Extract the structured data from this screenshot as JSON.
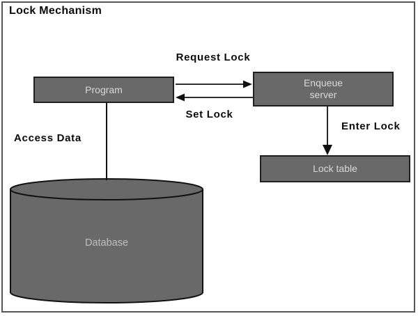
{
  "diagram": {
    "title": "Lock Mechanism",
    "nodes": {
      "program": "Program",
      "enqueue_server": "Enqueue\nserver",
      "lock_table": "Lock table",
      "database": "Database"
    },
    "edge_labels": {
      "request_lock": "Request Lock",
      "set_lock": "Set Lock",
      "enter_lock": "Enter Lock",
      "access_data": "Access Data"
    },
    "colors": {
      "node_fill": "#696969",
      "node_border": "#1f1f1f",
      "node_text": "#d9d9d9",
      "database_text": "#bfbfbf",
      "connector": "#111111",
      "label_text": "#0a0a0a",
      "frame_border": "#565656",
      "background": "#ffffff"
    }
  }
}
